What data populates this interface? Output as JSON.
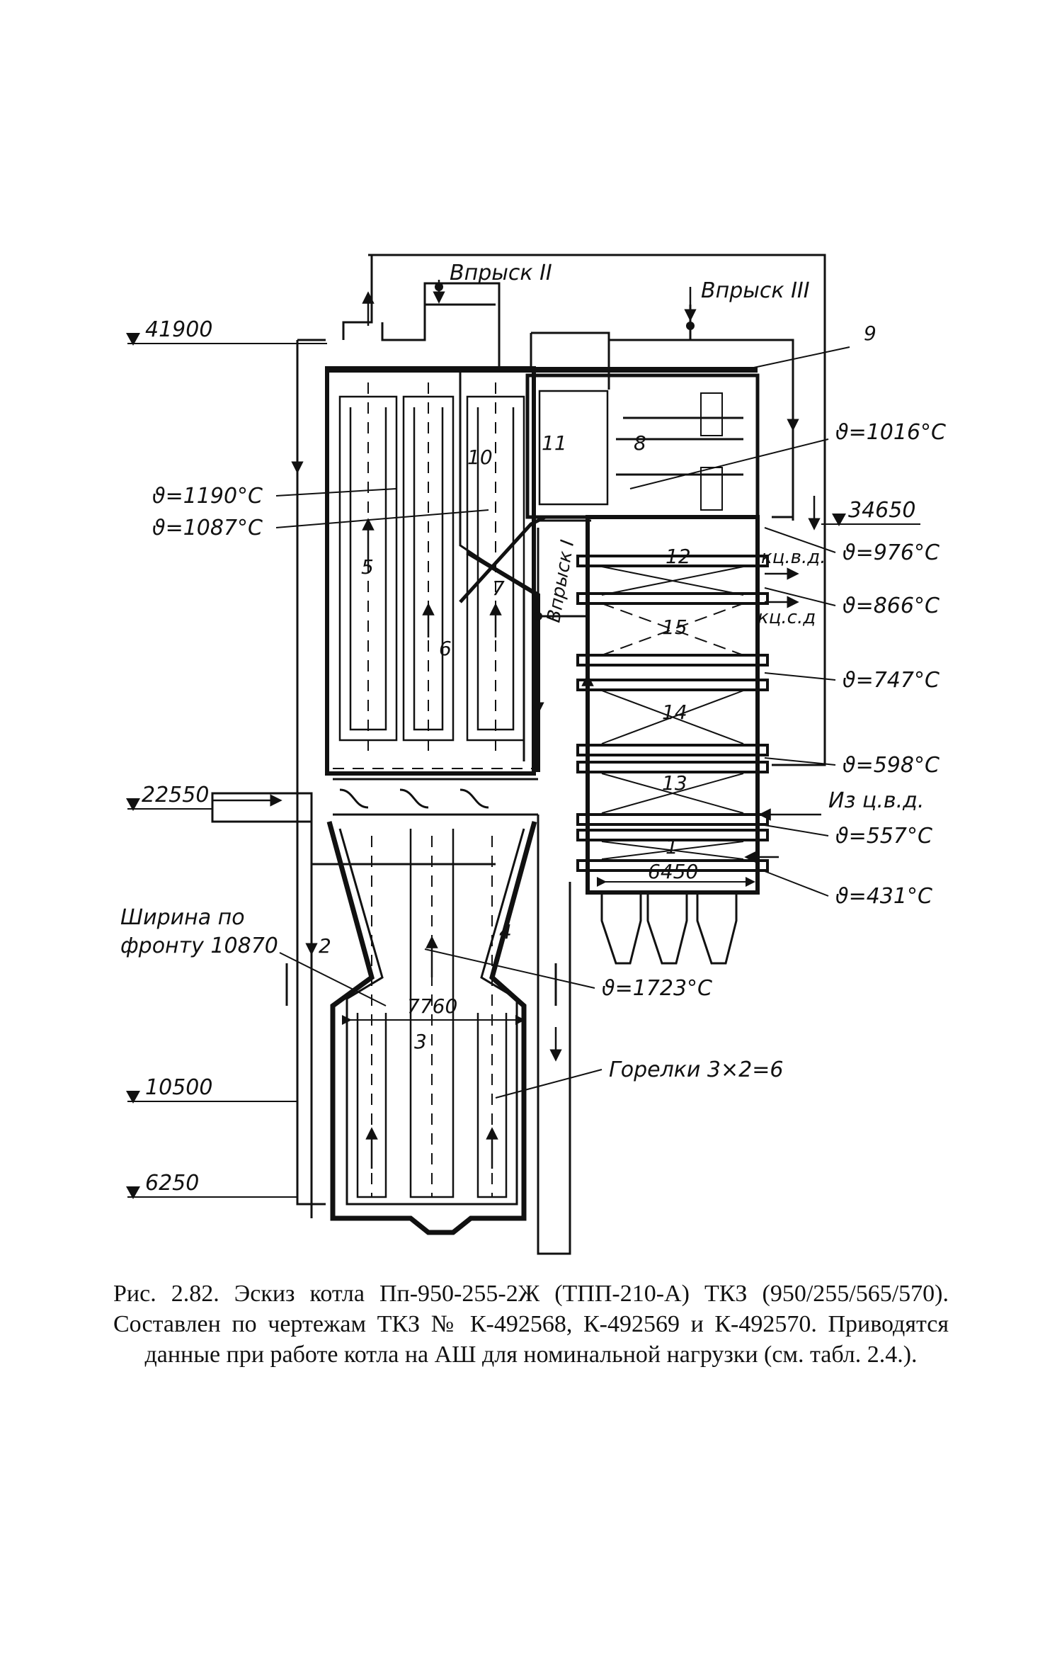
{
  "elevations": [
    "41900",
    "34650",
    "22550",
    "10500",
    "6250"
  ],
  "injections": {
    "i": "Впрыск I",
    "ii": "Впрыск II",
    "iii": "Впрыск III"
  },
  "temperatures": {
    "t1016": "ϑ=1016°C",
    "t1190": "ϑ=1190°C",
    "t1087": "ϑ=1087°C",
    "t976": "ϑ=976°C",
    "t866": "ϑ=866°C",
    "t747": "ϑ=747°C",
    "t598": "ϑ=598°C",
    "t557": "ϑ=557°C",
    "t431": "ϑ=431°C",
    "t1723": "ϑ=1723°C"
  },
  "labels": {
    "kcvd": "кц.в.д.",
    "kcsd": "кц.с.д",
    "iz_cvd": "Из ц.в.д.",
    "width_line1": "Ширина по",
    "width_line2": "фронту 10870",
    "burners": "Горелки 3×2=6",
    "dim_6450": "6450",
    "dim_7760": "7760"
  },
  "positions": [
    "1",
    "2",
    "3",
    "4",
    "5",
    "6",
    "7",
    "8",
    "9",
    "10",
    "11",
    "12",
    "13",
    "14",
    "15"
  ],
  "caption": "Рис. 2.82. Эскиз котла Пп-950-255-2Ж (ТПП-210-А) ТКЗ (950/255/565/570). Составлен по чертежам ТКЗ № К-492568, К-492569 и К-492570. Приводятся данные при работе котла на АШ для номинальной нагрузки (см. табл. 2.4.)."
}
